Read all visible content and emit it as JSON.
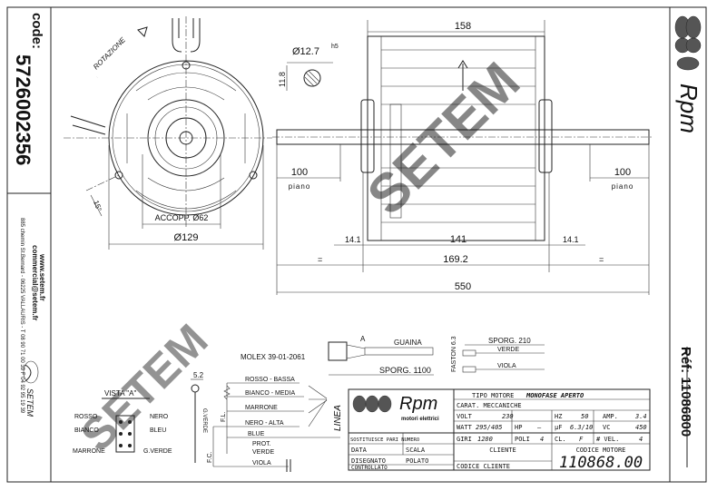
{
  "left_strip": {
    "code_label": "code:",
    "code_value": "5726002356",
    "website": "www.setem.fr",
    "email": "commercial@setem.fr",
    "address": "885 chemin St.Bernard  -  06225 VALLAURIS  -  T 08 90 71 00 39  F 04 92 95 19 39",
    "company_logo": "SETEM"
  },
  "right_strip": {
    "brand": "Rpm",
    "reference": "Réf: 11086800"
  },
  "front_view": {
    "rotation_label": "ROTAZIONE",
    "angle": "15°",
    "coupling": "ACCOPP. Ø62",
    "diameter": "Ø129"
  },
  "shaft_detail": {
    "diameter": "Ø12.7",
    "tolerance": "h5",
    "flat": "11.8"
  },
  "side_view": {
    "length_top": "158",
    "flat_left": "100",
    "flat_left_label": "piano",
    "flat_right": "100",
    "flat_right_label": "piano",
    "offset_left": "14.1",
    "body": "141",
    "offset_right": "14.1",
    "overall_body": "169.2",
    "equal_mark": "=",
    "overall": "550"
  },
  "watermark": "SETEM",
  "connector": {
    "molex": "MOLEX 39-01-2061",
    "view_mark": "A",
    "sheath": "GUAINA",
    "sheath_length": "SPORG. 1100",
    "faston": "FASTON 6.3",
    "lead_length": "SPORG. 210",
    "lead_1": "VERDE",
    "lead_2": "VIOLA"
  },
  "vista": {
    "title": "VISTA \"A\"",
    "pins_left": [
      "ROSSO",
      "BIANCO",
      "MARRONE"
    ],
    "pins_right": [
      "NERO",
      "BLEU",
      "G.VERDE"
    ],
    "terminal_width": "5.2",
    "terminal_label": "G.VERDE"
  },
  "wiring": {
    "wires": [
      "ROSSO - BASSA",
      "BIANCO - MEDIA",
      "MARRONE",
      "NERO - ALTA",
      "BLUE"
    ],
    "prot_label": "PROT.",
    "prot_wire": "VERDE",
    "cap_wire": "VIOLA",
    "fl": "F.L.",
    "fc": "F.C.",
    "line": "LINEA"
  },
  "title_block": {
    "brand": "Rpm",
    "brand_sub": "motori elettrici",
    "motor_type_label": "TIPO MOTORE",
    "motor_type": "MONOFASE APERTO",
    "mech_label": "CARAT. MECCANICHE",
    "volt_label": "VOLT",
    "volt": "230",
    "hz_label": "HZ",
    "hz": "50",
    "amp_label": "AMP.",
    "amp": "3.4",
    "watt_label": "WATT",
    "watt": "295/405",
    "hp_label": "HP",
    "hp": "—",
    "uf_label": "μF",
    "uf": "6.3/10",
    "vc_label": "VC",
    "vc": "450",
    "giri_label": "GIRI",
    "giri": "1280",
    "poli_label": "POLI",
    "poli": "4",
    "cl_label": "CL.",
    "cl": "F",
    "vel_label": "# VEL.",
    "vel": "4",
    "replaces_label": "SOSTITUISCE PARI NUMERO",
    "data_label": "DATA",
    "scala_label": "SCALA",
    "drawn_label": "DISEGNATO",
    "drawn_by": "POLATO",
    "checked_label": "CONTROLLATO",
    "client_label": "CLIENTE",
    "client_code_label": "CODICE CLIENTE",
    "motor_code_label": "CODICE MOTORE",
    "motor_code": "110868.00"
  }
}
